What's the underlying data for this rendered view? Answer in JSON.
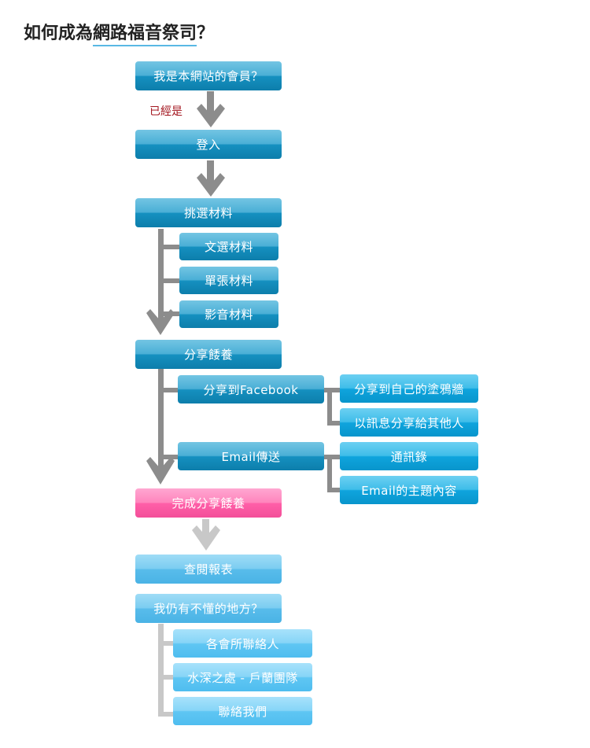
{
  "title": {
    "prefix": "如何成為",
    "underlined": "網路福音祭司",
    "suffix": "？"
  },
  "nodes": {
    "member_q": "我是本網站的會員？",
    "already": "已經是",
    "login": "登入",
    "pick": "挑選材料",
    "text_mat": "文選材料",
    "photo_mat": "單張材料",
    "video_mat": "影音材料",
    "share": "分享餧養",
    "share_fb": "分享到Facebook",
    "share_wall": "分享到自己的塗鴉牆",
    "share_msg": "以訊息分享給其他人",
    "email_send": "Email傳送",
    "contacts": "通訊錄",
    "email_content": "Email的主題內容",
    "done": "完成分享餧養",
    "report": "查閱報表",
    "still_q": "我仍有不懂的地方？",
    "contact_persons": "各會所聯絡人",
    "team": "水深之處 - 戶蘭團隊",
    "contact_us": "聯絡我們"
  },
  "colors": {
    "primary": "#1590c0",
    "secondary": "#0fa4dd",
    "done": "#ff5fa8",
    "light": "#58bceb",
    "connector_dark": "#8c8c8c",
    "connector_light": "#c8c8c8",
    "note": "#a3161f"
  }
}
